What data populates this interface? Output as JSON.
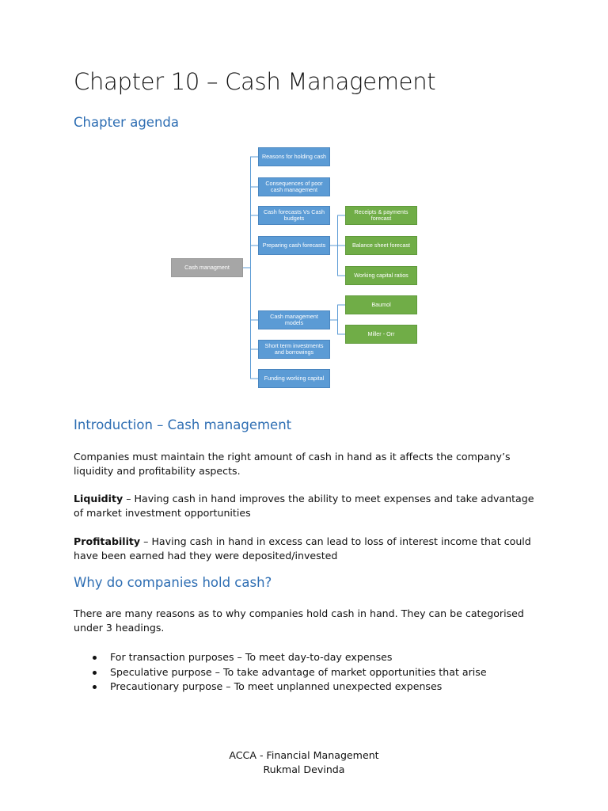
{
  "title": "Chapter 10 – Cash Management",
  "agenda_heading": "Chapter agenda",
  "diagram": {
    "root": "Cash managment",
    "topics": [
      "Reasons for holding cash",
      "Consequences  of poor cash management",
      "Cash forecasts Vs Cash budgets",
      "Preparing cash forecasts",
      "Cash management models",
      "Short term investments and borrowings",
      "Funding working capital"
    ],
    "forecast_subtopics": [
      "Receipts & payments forecast",
      "Balance sheet forecast",
      "Working capital ratios"
    ],
    "model_subtopics": [
      "Baumol",
      "Miller - Orr"
    ],
    "colors": {
      "topic": "#5b9bd5",
      "subtopic": "#70ad47",
      "root": "#a6a6a6",
      "connector": "#5b9bd5"
    }
  },
  "intro": {
    "heading": "Introduction – Cash management",
    "p1": "Companies must maintain the right amount of cash in hand as it affects the company’s liquidity and profitability aspects.",
    "liquidity_label": "Liquidity",
    "liquidity_text": " – Having cash in hand improves the ability to meet expenses and take advantage of market investment opportunities",
    "profitability_label": "Profitability",
    "profitability_text": " – Having cash in hand in excess can lead to loss of interest income that could have been earned had they were deposited/invested"
  },
  "why": {
    "heading": "Why do companies hold cash?",
    "p1": "There are many reasons as to why companies hold cash in hand. They can be categorised under 3 headings.",
    "bullets": [
      "For transaction purposes – To meet day-to-day expenses",
      "Speculative purpose – To take advantage of market opportunities that arise",
      "Precautionary purpose – To meet unplanned unexpected expenses"
    ]
  },
  "footer": {
    "line1": "ACCA - Financial Management",
    "line2": "Rukmal Devinda"
  }
}
